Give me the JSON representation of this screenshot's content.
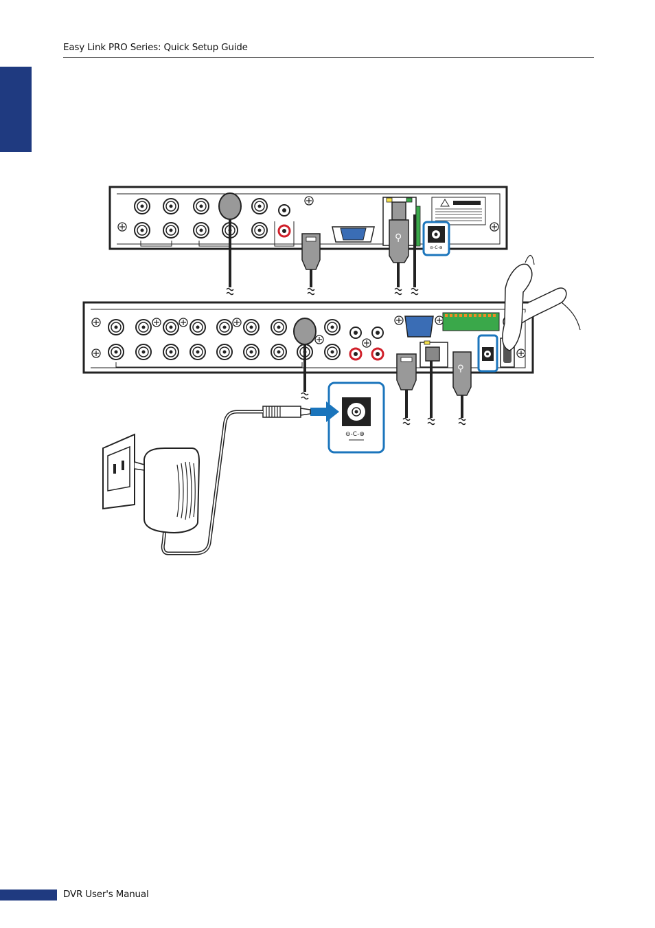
{
  "header": {
    "title": "Easy Link PRO Series: Quick Setup Guide"
  },
  "footer": {
    "manual_title": "DVR User's Manual"
  },
  "colors": {
    "brand_blue": "#1f3a80",
    "highlight_blue": "#1b75bc",
    "arrow_blue": "#1b75bc",
    "audio_red": "#d0202a",
    "terminal_green": "#3aa84a"
  },
  "figure": {
    "description_icons": [
      "dvr-4ch-rear-panel",
      "dvr-8ch-rear-panel",
      "power-adapter",
      "wall-outlet",
      "dc-power-jack",
      "hand-pressing-power-switch"
    ]
  }
}
